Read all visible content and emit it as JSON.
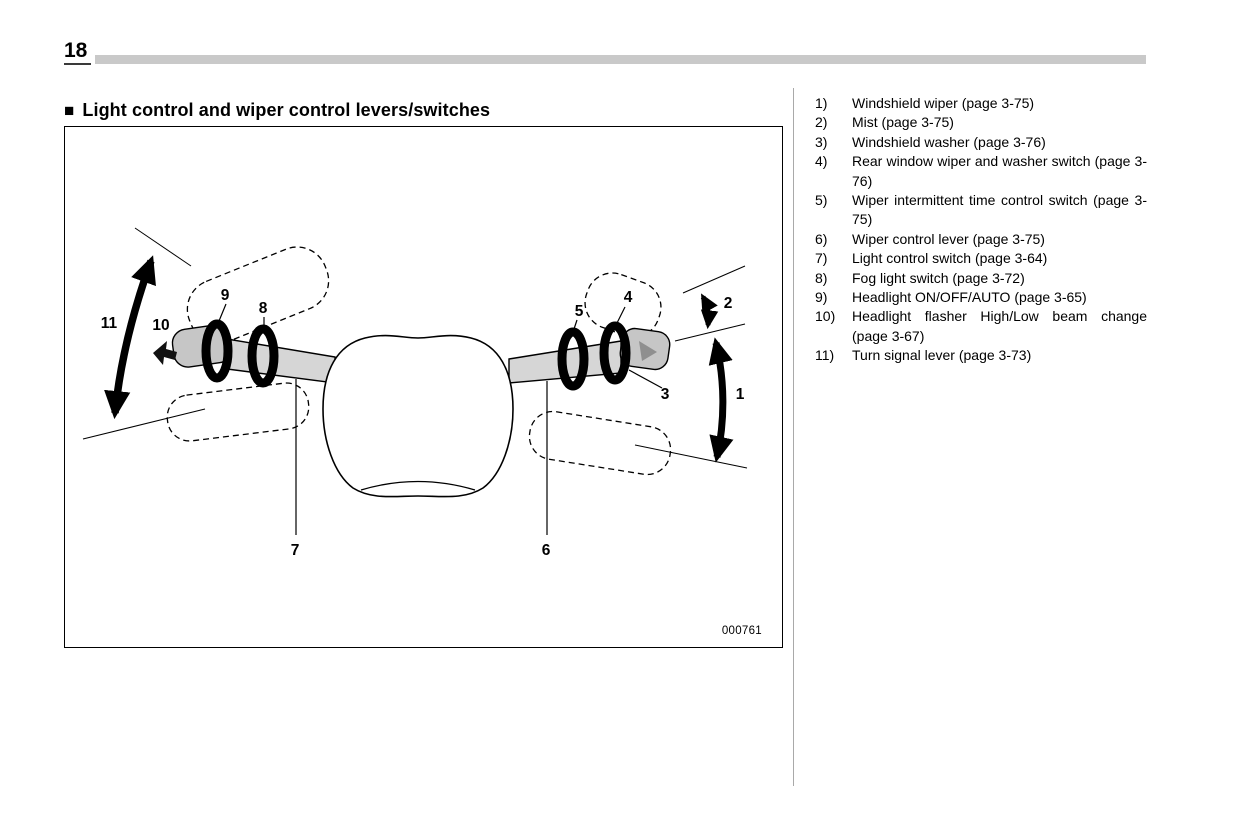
{
  "page": {
    "number": "18"
  },
  "heading": {
    "bullet": "■",
    "title": "Light control and wiper control levers/switches"
  },
  "figure": {
    "code": "000761",
    "labels": {
      "l1": "1",
      "l2": "2",
      "l3": "3",
      "l4": "4",
      "l5": "5",
      "l6": "6",
      "l7": "7",
      "l8": "8",
      "l9": "9",
      "l10": "10",
      "l11": "11"
    }
  },
  "legend": {
    "items": [
      {
        "num": "1)",
        "text": "Windshield wiper (page 3-75)"
      },
      {
        "num": "2)",
        "text": "Mist (page 3-75)"
      },
      {
        "num": "3)",
        "text": "Windshield washer (page 3-76)"
      },
      {
        "num": "4)",
        "text": "Rear window wiper and washer switch (page 3-76)"
      },
      {
        "num": "5)",
        "text": "Wiper intermittent time control switch (page 3-75)"
      },
      {
        "num": "6)",
        "text": "Wiper control lever (page 3-75)"
      },
      {
        "num": "7)",
        "text": "Light control switch (page 3-64)"
      },
      {
        "num": "8)",
        "text": "Fog light switch (page 3-72)"
      },
      {
        "num": "9)",
        "text": "Headlight ON/OFF/AUTO (page 3-65)"
      },
      {
        "num": "10)",
        "text": "Headlight flasher High/Low beam change (page 3-67)"
      },
      {
        "num": "11)",
        "text": "Turn signal lever (page 3-73)"
      }
    ]
  },
  "colors": {
    "header_bar": "#c9c9c9",
    "stalk_gray": "#cccccc",
    "line_black": "#000000"
  }
}
